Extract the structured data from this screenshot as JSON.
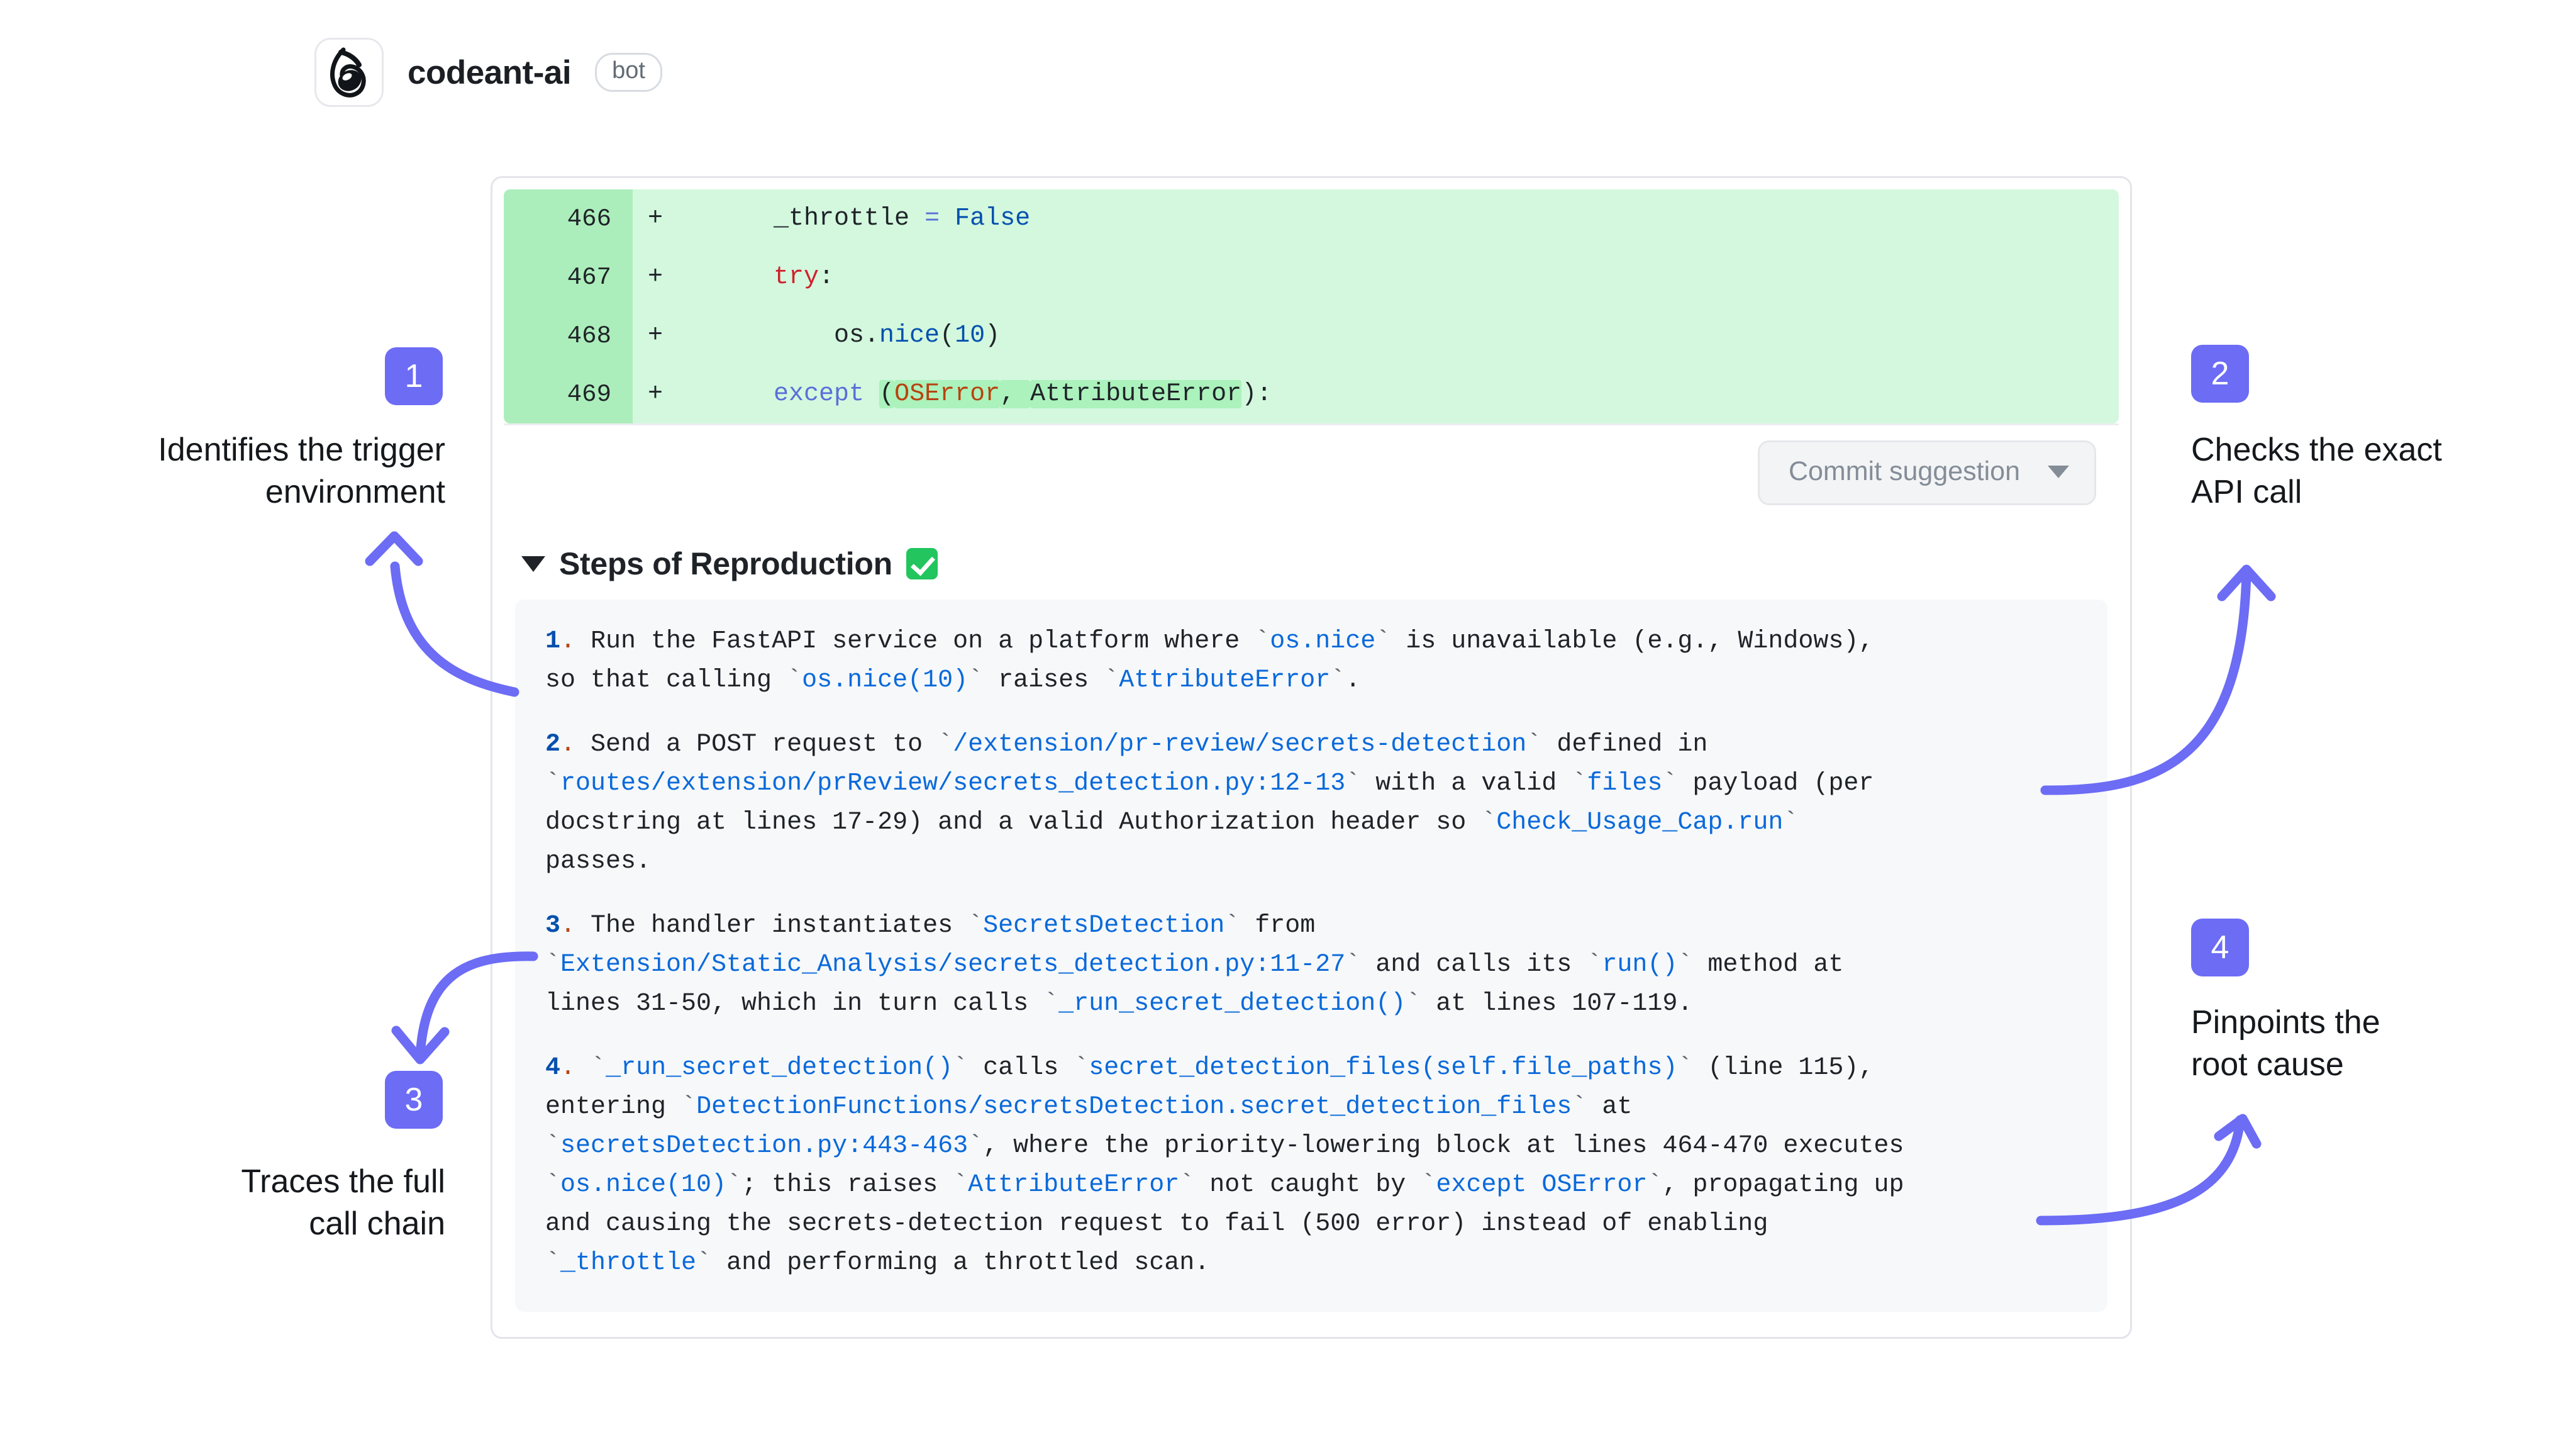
{
  "author": {
    "name": "codeant-ai",
    "badge": "bot",
    "avatar_icon": "codeant-logo"
  },
  "diff": {
    "lines": [
      {
        "number": "466",
        "marker": "+",
        "tokens": [
          {
            "text": "    _throttle ",
            "cls": "tok-plain"
          },
          {
            "text": "= ",
            "cls": "tok-kw2"
          },
          {
            "text": "False",
            "cls": "tok-const"
          }
        ]
      },
      {
        "number": "467",
        "marker": "+",
        "tokens": [
          {
            "text": "    ",
            "cls": "tok-plain"
          },
          {
            "text": "try",
            "cls": "tok-kw"
          },
          {
            "text": ":",
            "cls": "tok-plain"
          }
        ]
      },
      {
        "number": "468",
        "marker": "+",
        "tokens": [
          {
            "text": "        os.",
            "cls": "tok-plain"
          },
          {
            "text": "nice",
            "cls": "tok-fn"
          },
          {
            "text": "(",
            "cls": "tok-plain"
          },
          {
            "text": "10",
            "cls": "tok-num"
          },
          {
            "text": ")",
            "cls": "tok-plain"
          }
        ]
      },
      {
        "number": "469",
        "marker": "+",
        "tokens": [
          {
            "text": "    ",
            "cls": "tok-plain"
          },
          {
            "text": "except",
            "cls": "tok-kw2"
          },
          {
            "text": " ",
            "cls": "tok-plain"
          },
          {
            "text": "(",
            "cls": "tok-plain",
            "word_add": true
          },
          {
            "text": "OSError",
            "cls": "tok-err",
            "word_add": true
          },
          {
            "text": ", ",
            "cls": "tok-plain",
            "word_add": true
          },
          {
            "text": "AttributeError",
            "cls": "tok-plain",
            "word_add": true
          },
          {
            "text": ")",
            "cls": "tok-plain"
          },
          {
            "text": ":",
            "cls": "tok-plain"
          }
        ]
      }
    ],
    "commit_button_label": "Commit suggestion",
    "commit_button_caret": "chevron-down-icon"
  },
  "steps_section": {
    "caret": "triangle-down-icon",
    "title": "Steps of Reproduction",
    "check_icon": "green-check-icon",
    "steps": [
      {
        "num": "1.",
        "segments": [
          {
            "t": " Run the FastAPI service on a platform where ",
            "k": "plain"
          },
          {
            "t": "`os.nice`",
            "k": "code"
          },
          {
            "t": " is unavailable (e.g., Windows),\nso that calling ",
            "k": "plain"
          },
          {
            "t": "`os.nice(10)`",
            "k": "code"
          },
          {
            "t": " raises ",
            "k": "plain"
          },
          {
            "t": "`AttributeError`",
            "k": "code"
          },
          {
            "t": ".",
            "k": "plain"
          }
        ]
      },
      {
        "num": "2.",
        "segments": [
          {
            "t": " Send a POST request to ",
            "k": "plain"
          },
          {
            "t": "`/extension/pr-review/secrets-detection`",
            "k": "code"
          },
          {
            "t": " defined in\n",
            "k": "plain"
          },
          {
            "t": "`routes/extension/prReview/secrets_detection.py:12-13`",
            "k": "code"
          },
          {
            "t": " with a valid ",
            "k": "plain"
          },
          {
            "t": "`files`",
            "k": "code"
          },
          {
            "t": " payload (per\ndocstring at lines 17-29) and a valid Authorization header so ",
            "k": "plain"
          },
          {
            "t": "`Check_Usage_Cap.run`",
            "k": "code"
          },
          {
            "t": "\npasses.",
            "k": "plain"
          }
        ]
      },
      {
        "num": "3.",
        "segments": [
          {
            "t": " The handler instantiates ",
            "k": "plain"
          },
          {
            "t": "`SecretsDetection`",
            "k": "code"
          },
          {
            "t": " from\n",
            "k": "plain"
          },
          {
            "t": "`Extension/Static_Analysis/secrets_detection.py:11-27`",
            "k": "code"
          },
          {
            "t": " and calls its ",
            "k": "plain"
          },
          {
            "t": "`run()`",
            "k": "code"
          },
          {
            "t": " method at\nlines 31-50, which in turn calls ",
            "k": "plain"
          },
          {
            "t": "`_run_secret_detection()`",
            "k": "code"
          },
          {
            "t": " at lines 107-119.",
            "k": "plain"
          }
        ]
      },
      {
        "num": "4.",
        "segments": [
          {
            "t": " ",
            "k": "plain"
          },
          {
            "t": "`_run_secret_detection()`",
            "k": "code"
          },
          {
            "t": " calls ",
            "k": "plain"
          },
          {
            "t": "`secret_detection_files(self.file_paths)`",
            "k": "code"
          },
          {
            "t": " (line 115),\nentering ",
            "k": "plain"
          },
          {
            "t": "`DetectionFunctions/secretsDetection.secret_detection_files`",
            "k": "code"
          },
          {
            "t": " at\n",
            "k": "plain"
          },
          {
            "t": "`secretsDetection.py:443-463`",
            "k": "code"
          },
          {
            "t": ", where the priority-lowering block at lines 464-470 executes\n",
            "k": "plain"
          },
          {
            "t": "`os.nice(10)`",
            "k": "code"
          },
          {
            "t": "; this raises ",
            "k": "plain"
          },
          {
            "t": "`AttributeError`",
            "k": "code"
          },
          {
            "t": " not caught by ",
            "k": "plain"
          },
          {
            "t": "`except OSError`",
            "k": "code"
          },
          {
            "t": ", propagating up\nand causing the secrets-detection request to fail (500 error) instead of enabling\n",
            "k": "plain"
          },
          {
            "t": "`_throttle`",
            "k": "code"
          },
          {
            "t": " and performing a throttled scan.",
            "k": "plain"
          }
        ]
      }
    ]
  },
  "annotations": [
    {
      "number": "1",
      "label": "Identifies the trigger\nenvironment"
    },
    {
      "number": "2",
      "label": "Checks the exact\nAPI call"
    },
    {
      "number": "3",
      "label": "Traces the full\ncall chain"
    },
    {
      "number": "4",
      "label": "Pinpoints the\nroot cause"
    }
  ],
  "colors": {
    "accent": "#6c6cf5",
    "diff_add_bg": "#d3f8de",
    "diff_gutter_bg": "#aceebb",
    "word_add_bg": "#abf2bc",
    "code_link": "#0969da",
    "steps_bg": "#f6f8fa"
  }
}
